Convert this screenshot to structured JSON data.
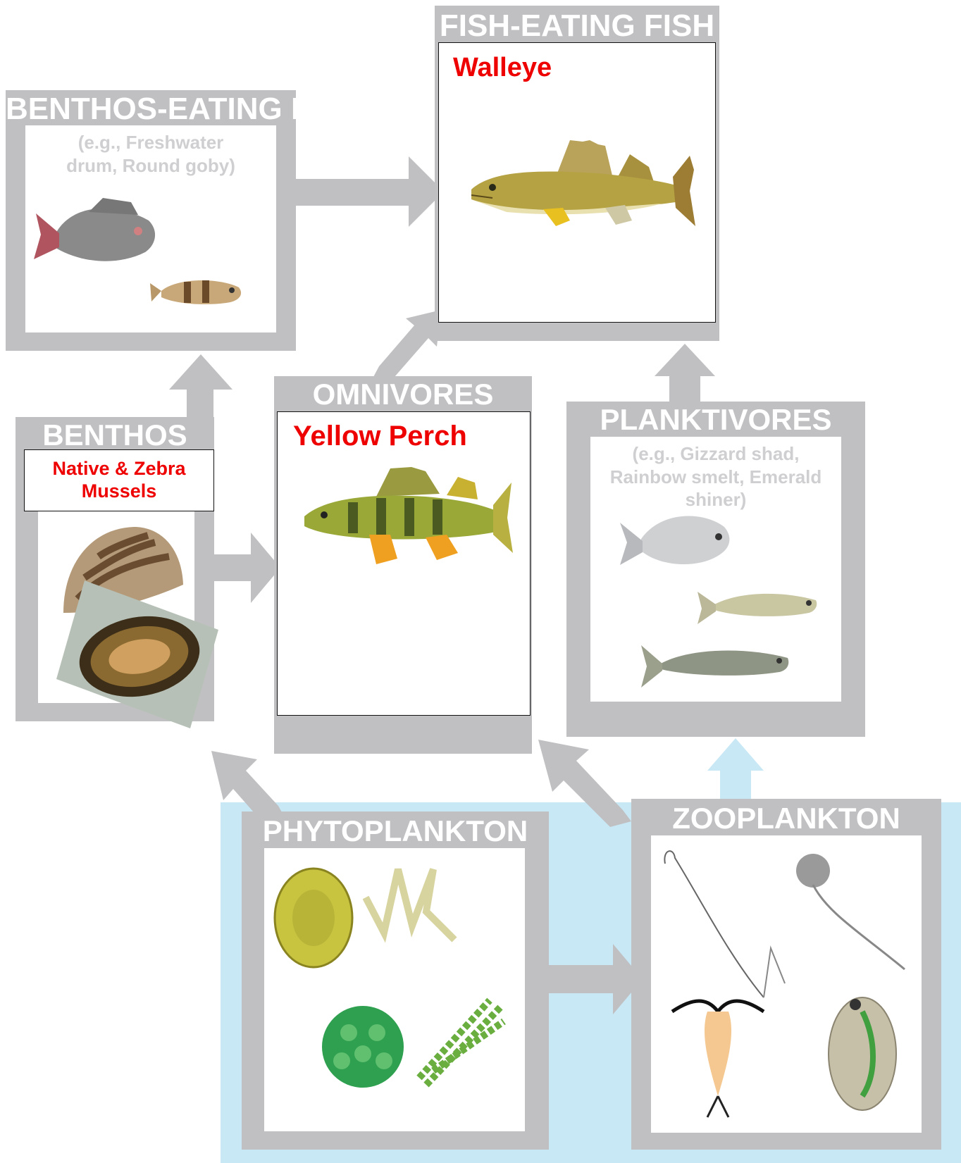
{
  "boxes": {
    "fish_eating": {
      "title": "FISH-EATING FISH",
      "species": "Walleye"
    },
    "benthos_eating": {
      "title": "BENTHOS-EATING FISH",
      "examples": "(e.g., Freshwater drum, Round goby)"
    },
    "omnivores": {
      "title": "OMNIVORES",
      "species": "Yellow Perch"
    },
    "planktivores": {
      "title": "PLANKTIVORES",
      "examples": "(e.g., Gizzard shad, Rainbow smelt, Emerald shiner)"
    },
    "benthos": {
      "title": "BENTHOS",
      "species": "Native & Zebra Mussels"
    },
    "phytoplankton": {
      "title": "PHYTOPLANKTON"
    },
    "zooplankton": {
      "title": "ZOOPLANKTON"
    }
  },
  "colors": {
    "frame": "#c0c0c2",
    "water": "#c8e8f6",
    "species_label": "#ee0000"
  }
}
